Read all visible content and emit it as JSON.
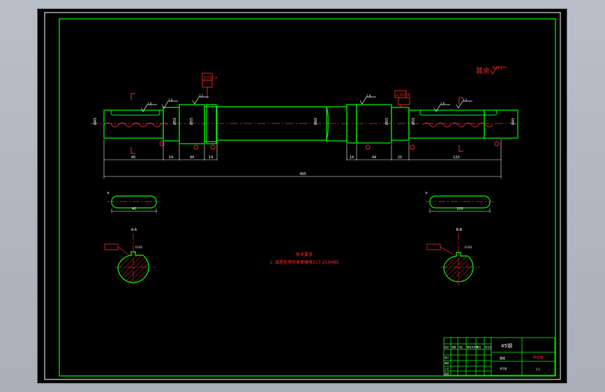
{
  "drawing": {
    "surface_note": "其余",
    "surface_symbol": "Ra3.2",
    "tech_req_title": "技术要求",
    "tech_req_item": "1. 调质处理后表面硬度217-255HBS",
    "dims": {
      "seg1": "40",
      "seg2": "14",
      "seg3": "44",
      "seg4": "14",
      "seg5": "44",
      "seg6": "25",
      "seg7": "120",
      "overall": "495",
      "key_left_len": "40",
      "key_right_len": "100",
      "key_left_depth": "4",
      "key_right_depth": "4"
    },
    "dia_labels": [
      "Ø45",
      "Ø50",
      "Ø55",
      "Ø60",
      "Ø55",
      "Ø50",
      "Ø45"
    ],
    "tolerance_boxes": [
      "0.012 A",
      "0.015 B"
    ],
    "section_labels": [
      "A-A",
      "B-B"
    ],
    "section_tol": [
      "0.02",
      "0.03"
    ],
    "roughness_marks": [
      "1.6",
      "1.6",
      "3.2",
      "1.6",
      "1.6",
      "3.2"
    ]
  },
  "title_block": {
    "material": "45钢",
    "drawing_name": "传动轴",
    "scale": "1:1",
    "rows": [
      "标记",
      "处数",
      "分区",
      "更改文件号",
      "签名",
      "年月日"
    ],
    "roles": [
      "设计",
      "审核",
      "工艺",
      "批准"
    ],
    "weight": "重量",
    "sheet": "共1张"
  },
  "colors": {
    "background": "#000000",
    "outline": "#00ff00",
    "dimension": "#ffffff",
    "annotation": "#ff2a2a",
    "centerline": "#ff2a2a",
    "hatch": "#ff2a2a"
  }
}
